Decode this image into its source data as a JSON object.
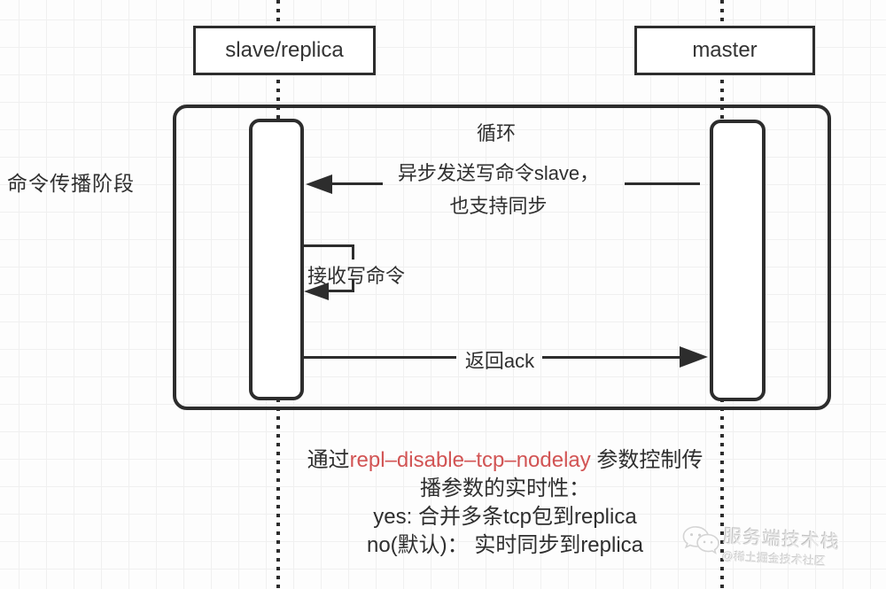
{
  "diagram": {
    "phase_label": "命令传播阶段",
    "actors": [
      {
        "id": "slave",
        "label": "slave/replica"
      },
      {
        "id": "master",
        "label": "master"
      }
    ],
    "loop_frame": {
      "label": "循环"
    },
    "messages": [
      {
        "id": "async-write",
        "from": "master",
        "to": "slave",
        "label_line1": "异步发送写命令slave，",
        "label_line2": "也支持同步"
      },
      {
        "id": "receive-write",
        "type": "self",
        "on": "slave",
        "label": "接收写命令"
      },
      {
        "id": "return-ack",
        "from": "slave",
        "to": "master",
        "label": "返回ack"
      }
    ],
    "note": {
      "line1_prefix": "通过",
      "line1_param": "repl–disable–tcp–nodelay",
      "line1_suffix": " 参数控制传",
      "line2": "播参数的实时性：",
      "line3": "yes: 合并多条tcp包到replica",
      "line4": "no(默认)： 实时同步到replica"
    }
  },
  "watermark": {
    "icon": "wechat-chat-bubbles",
    "title": "服务端技术栈",
    "subtitle": "@稀土掘金技术社区"
  },
  "colors": {
    "stroke": "#2d2d2d",
    "param_red": "#d25454",
    "background": "#fdfdfd",
    "grid_line": "#f0f0f0",
    "watermark_gray": "#d9d9d9"
  }
}
